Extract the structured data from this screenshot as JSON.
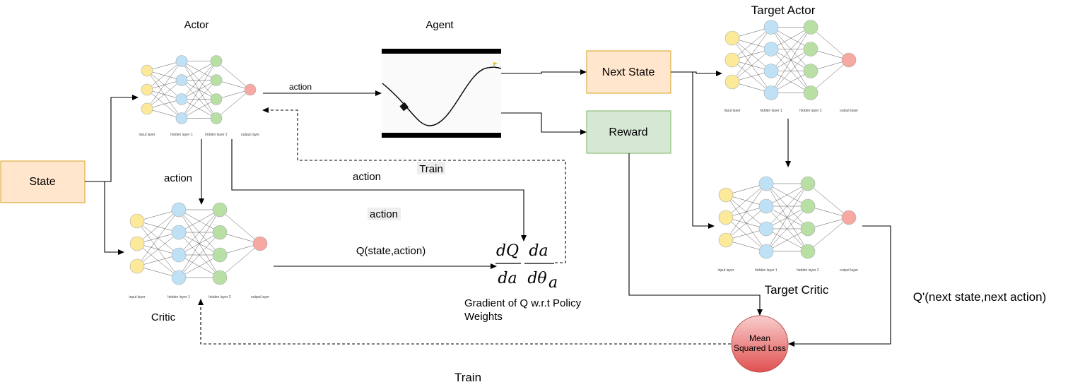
{
  "titles": {
    "actor": "Actor",
    "agent": "Agent",
    "target_actor": "Target Actor",
    "target_critic": "Target Critic",
    "critic": "Critic"
  },
  "nodes": {
    "state": "State",
    "next_state": "Next State",
    "reward": "Reward",
    "loss_line1": "Mean",
    "loss_line2": "Squared Loss"
  },
  "edge_labels": {
    "actor_to_agent": "action",
    "actor_to_critic": "action",
    "actor_to_gradient": "action",
    "highlight_action": "action",
    "critic_to_gradient": "Q(state,action)",
    "train_actor": "Train",
    "train_critic": "Train",
    "target_critic_output": "Q'(next state,next action)"
  },
  "gradient": {
    "num1": "dQ",
    "den1": "da",
    "num2": "da",
    "den2": "dθ",
    "den2_sub": "a",
    "caption_line1": "Gradient of Q w.r.t Policy",
    "caption_line2": "Weights"
  },
  "nn_layer_labels": [
    "input layer",
    "hidden layer 1",
    "hidden layer 2",
    "output layer"
  ],
  "colors": {
    "input_node": "#fde99a",
    "hidden1_node": "#bfe1f6",
    "hidden2_node": "#b8e0a4",
    "output_node": "#f6a8a3",
    "state_fill": "#ffe6cc",
    "state_stroke": "#d6a31f",
    "reward_fill": "#d5e8d4",
    "reward_stroke": "#82b366",
    "loss_fill_top": "#f8cecc",
    "loss_fill_bottom": "#e05050",
    "loss_stroke": "#b85450"
  }
}
